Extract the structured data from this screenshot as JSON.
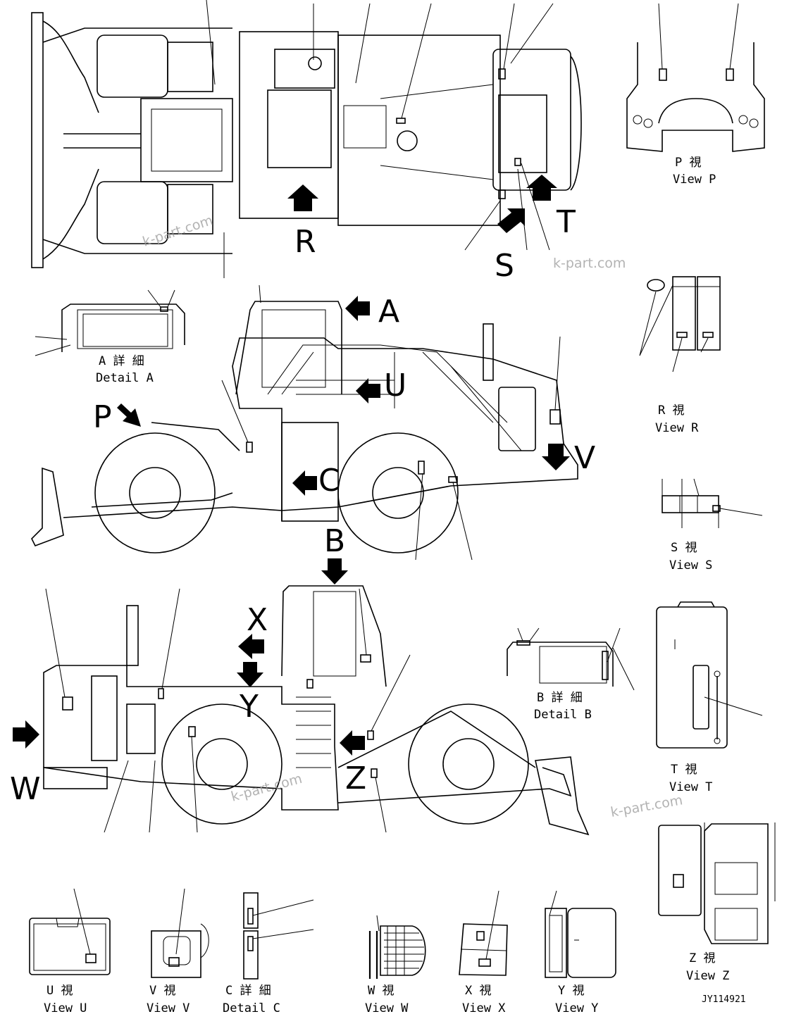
{
  "diagram": {
    "drawing_code": "JY114921",
    "watermark": "k-part.com",
    "callouts": {
      "A": "A",
      "B": "B",
      "C": "C",
      "P": "P",
      "R": "R",
      "S": "S",
      "T": "T",
      "U": "U",
      "V": "V",
      "W": "W",
      "X": "X",
      "Y": "Y",
      "Z": "Z"
    },
    "views": {
      "P": {
        "jp": "P 視",
        "en": "View P"
      },
      "R": {
        "jp": "R 視",
        "en": "View R"
      },
      "S": {
        "jp": "S 視",
        "en": "View S"
      },
      "T": {
        "jp": "T 視",
        "en": "View T"
      },
      "U": {
        "jp": "U 視",
        "en": "View U"
      },
      "V": {
        "jp": "V 視",
        "en": "View V"
      },
      "W": {
        "jp": "W 視",
        "en": "View W"
      },
      "X": {
        "jp": "X 視",
        "en": "View X"
      },
      "Y": {
        "jp": "Y 視",
        "en": "View Y"
      },
      "Z": {
        "jp": "Z 視",
        "en": "View Z"
      }
    },
    "details": {
      "A": {
        "jp": "A 詳 細",
        "en": "Detail A"
      },
      "B": {
        "jp": "B 詳 細",
        "en": "Detail B"
      },
      "C": {
        "jp": "C 詳 細",
        "en": "Detail C"
      }
    }
  }
}
